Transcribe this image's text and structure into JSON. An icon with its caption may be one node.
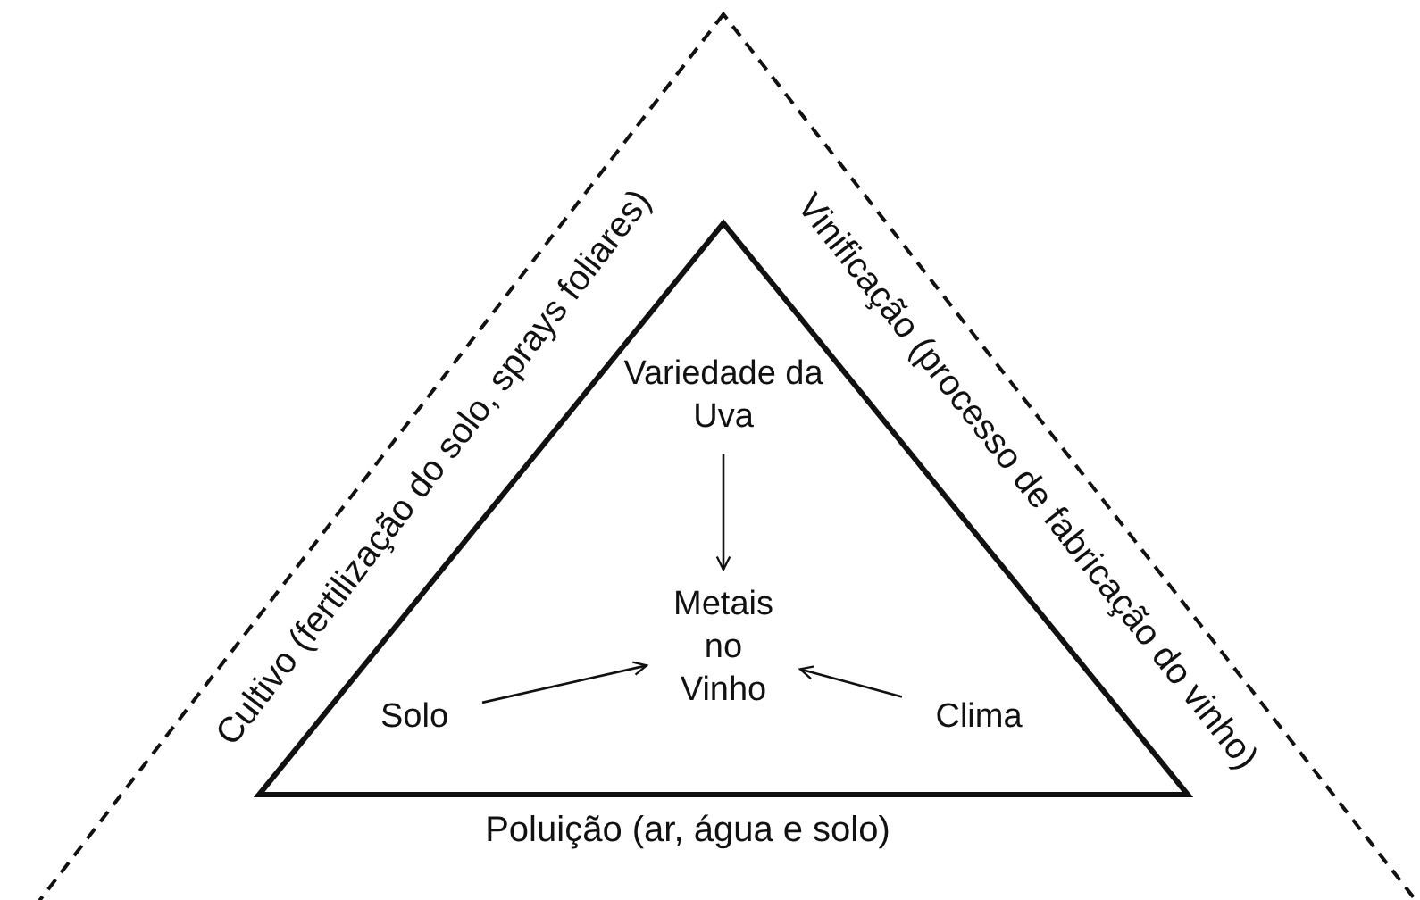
{
  "diagram": {
    "nodes": [
      {
        "text": [
          "Cultivo (fertilização do solo, sprays foliares)",
          "Vinificação (processo de fabricação do vinho)",
          "Poluição (ar, água e solo)"
        ]
      },
      {
        "text": [],
        "shape": "triangle",
        "in": 0
      },
      {
        "text": [
          "Variedade da Uva"
        ],
        "in": 1
      },
      {
        "text": [
          "Metais no Vinho"
        ],
        "in": 1
      },
      {
        "text": [
          "Solo"
        ],
        "in": 1
      },
      {
        "text": [
          "Clima"
        ],
        "in": 1
      }
    ],
    "edges": [
      {
        "from": 2,
        "to": 3,
        "arrow": "to"
      },
      {
        "from": 4,
        "to": 3,
        "arrow": "to"
      },
      {
        "from": 5,
        "to": 3,
        "arrow": "to"
      }
    ]
  }
}
